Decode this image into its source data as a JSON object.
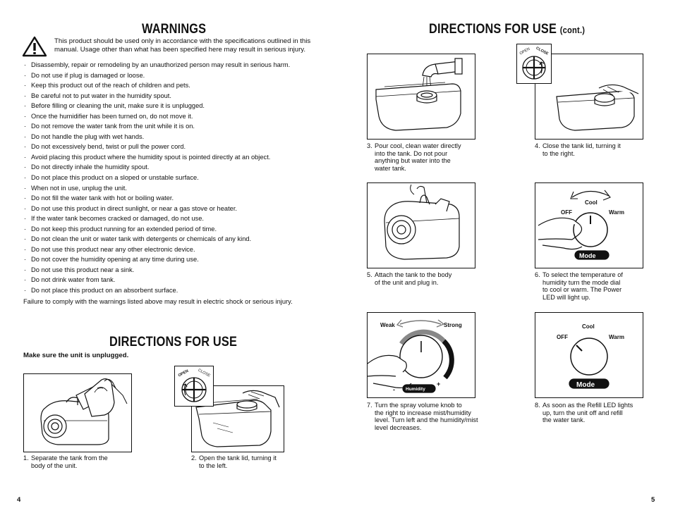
{
  "left_page": {
    "warnings_title": "WARNINGS",
    "intro": "This product should be used only in accordance with the specifications outlined in this manual. Usage other than what has been specified here may result in serious injury.",
    "warnings": [
      "Disassembly, repair or remodeling by an unauthorized person may result in serious harm.",
      "Do not use if plug is damaged or loose.",
      "Keep this product out of the reach of children and pets.",
      "Be careful not to put water in the humidity spout.",
      "Before filling or cleaning the unit, make sure it is unplugged.",
      "Once the humidifier has been turned on, do not move it.",
      "Do not remove the water tank from the unit while it is on.",
      "Do not handle the plug with wet hands.",
      "Do not excessively bend, twist or pull the power cord.",
      "Avoid placing this product where the humidity spout is pointed directly at an object.",
      "Do not directly inhale the humidity spout.",
      "Do not place this product on a sloped or unstable surface.",
      "When not in use, unplug the unit.",
      "Do not fill the water tank with hot or boiling water.",
      "Do not use this product in direct sunlight, or near a gas stove or heater.",
      "If the water tank becomes cracked or damaged, do not use.",
      "Do not keep this product running for an extended period of time.",
      "Do not clean the unit or water tank with detergents or chemicals of any kind.",
      "Do not use this product near any other electronic device.",
      "Do not cover the humidity opening at any time during use.",
      "Do not use this product near a sink.",
      "Do not drink water from tank.",
      "Do not place this product on an absorbent surface."
    ],
    "failure_note": "Failure to comply with the warnings listed above may result in electric shock or serious injury.",
    "directions_title": "DIRECTIONS FOR USE",
    "unplug_note": "Make sure the unit is unplugged.",
    "step1": {
      "num": "1.",
      "lines": [
        "Separate the tank from the",
        "body of the unit."
      ]
    },
    "step2": {
      "num": "2.",
      "lines": [
        "Open the tank lid, turning it",
        "to the left."
      ]
    },
    "page_number": "4"
  },
  "right_page": {
    "directions_title": "DIRECTIONS FOR USE",
    "directions_cont": "(cont.)",
    "step3": {
      "num": "3.",
      "lines": [
        "Pour cool, clean water directly",
        "into the tank. Do not pour",
        "anything but water into the",
        "water tank."
      ]
    },
    "step4": {
      "num": "4.",
      "lines": [
        "Close the tank lid, turning it",
        "to the right."
      ]
    },
    "step5": {
      "num": "5.",
      "lines": [
        "Attach the tank to the body",
        "of the unit and plug in."
      ]
    },
    "step6": {
      "num": "6.",
      "lines": [
        "To select the temperature of",
        "humidity turn the mode dial",
        "to cool or warm. The Power",
        "LED will light up."
      ]
    },
    "step7": {
      "num": "7.",
      "lines": [
        "Turn the spray volume knob to",
        "the right to increase mist/humidity",
        "level. Turn left and the humidity/mist",
        "level decreases."
      ]
    },
    "step8": {
      "num": "8.",
      "lines": [
        "As soon as the Refill LED lights",
        "up, turn the unit off and refill",
        "the water tank."
      ]
    },
    "page_number": "5"
  },
  "illustrations": {
    "lid_open": "OPEN",
    "lid_close": "CLOSE",
    "dial_off": "OFF",
    "dial_cool": "Cool",
    "dial_warm": "Warm",
    "dial_mode": "Mode",
    "knob_weak": "Weak",
    "knob_strong": "Strong",
    "knob_humidity": "Humidity",
    "knob_minus": "-",
    "knob_plus": "+"
  }
}
